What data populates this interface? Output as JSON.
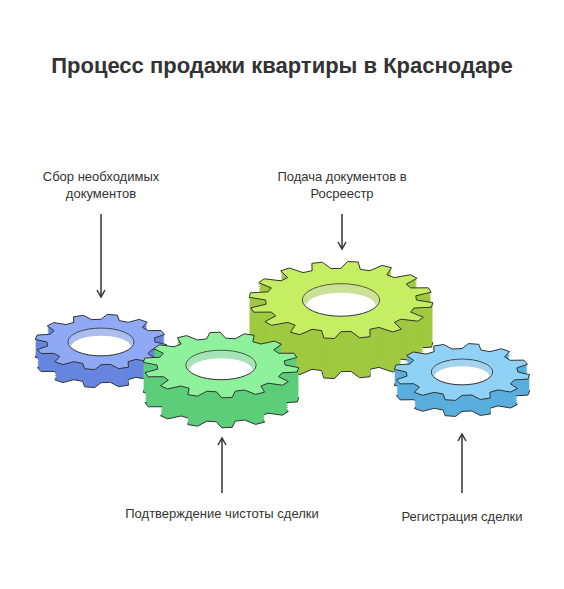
{
  "diagram": {
    "title": "Процесс продажи квартиры в Краснодаре",
    "labels": [
      "Сбор необходимых документов",
      "Подача документов в Росреестр",
      "Подтверждение чистоты сделки",
      "Регистрация сделки"
    ]
  }
}
